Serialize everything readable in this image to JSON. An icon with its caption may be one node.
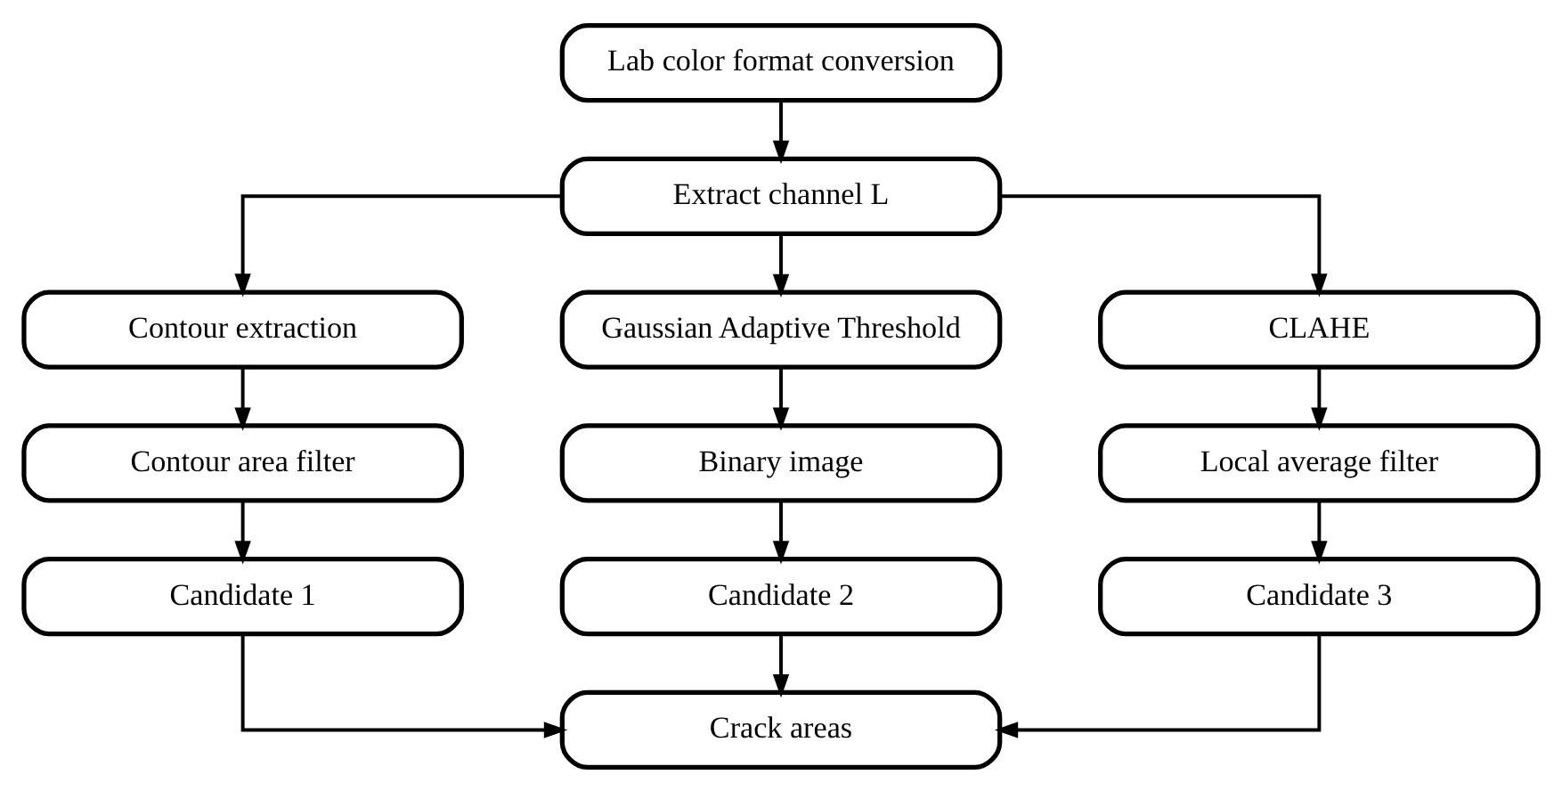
{
  "diagram": {
    "nodes": [
      {
        "text": [
          "Lab color format conversion"
        ]
      },
      {
        "text": [
          "Extract channel L"
        ]
      },
      {
        "text": [
          "Contour extraction"
        ]
      },
      {
        "text": [
          "Gaussian Adaptive Threshold"
        ]
      },
      {
        "text": [
          "CLAHE"
        ]
      },
      {
        "text": [
          "Contour area filter"
        ]
      },
      {
        "text": [
          "Binary image"
        ]
      },
      {
        "text": [
          "Local average filter"
        ]
      },
      {
        "text": [
          "Candidate 1"
        ]
      },
      {
        "text": [
          "Candidate 2"
        ]
      },
      {
        "text": [
          "Candidate 3"
        ]
      },
      {
        "text": [
          "Crack areas"
        ]
      }
    ],
    "edges": [
      {
        "from": 0,
        "to": 1,
        "arrow": "to"
      },
      {
        "from": 1,
        "to": 2,
        "arrow": "to"
      },
      {
        "from": 1,
        "to": 3,
        "arrow": "to"
      },
      {
        "from": 1,
        "to": 4,
        "arrow": "to"
      },
      {
        "from": 2,
        "to": 5,
        "arrow": "to"
      },
      {
        "from": 3,
        "to": 6,
        "arrow": "to"
      },
      {
        "from": 4,
        "to": 7,
        "arrow": "to"
      },
      {
        "from": 5,
        "to": 8,
        "arrow": "to"
      },
      {
        "from": 6,
        "to": 9,
        "arrow": "to"
      },
      {
        "from": 7,
        "to": 10,
        "arrow": "to"
      },
      {
        "from": 8,
        "to": 11,
        "arrow": "to"
      },
      {
        "from": 9,
        "to": 11,
        "arrow": "to"
      },
      {
        "from": 10,
        "to": 11,
        "arrow": "to"
      }
    ]
  }
}
